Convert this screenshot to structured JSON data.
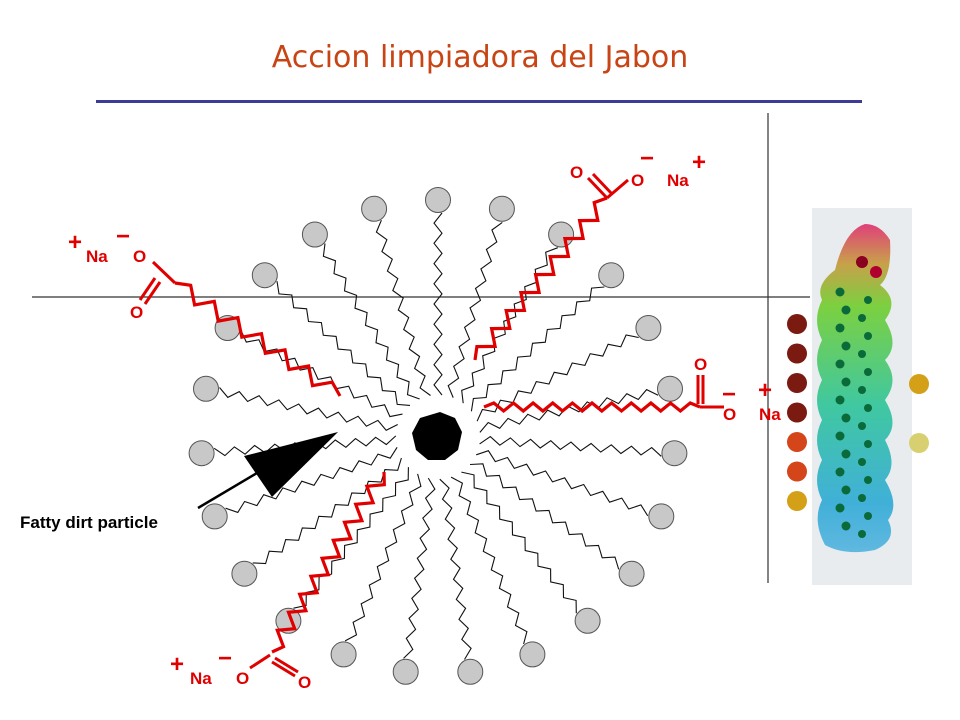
{
  "title": "Accion limpiadora del Jabon",
  "labels": {
    "dirt_particle": "Fatty dirt particle",
    "oxygen": "O",
    "sodium": "Na",
    "plus": "+",
    "minus": "−"
  },
  "colors": {
    "title": "#c84414",
    "title_rule": "#3c3c96",
    "soap_chain": "#e00000",
    "head_group": "#c8c8c8",
    "dirt_core": "#000000",
    "dot_dark": "#7b1a10",
    "dot_orange": "#d5451a",
    "dot_gold": "#d4a018",
    "dot_pale": "#d8d070"
  },
  "highlighted_soap_molecules": [
    {
      "name": "upper-right"
    },
    {
      "name": "left"
    },
    {
      "name": "right"
    },
    {
      "name": "bottom"
    }
  ],
  "side_dots": {
    "left_column": [
      "dark",
      "dark",
      "dark",
      "dark",
      "orange",
      "orange",
      "gold"
    ],
    "right_column": [
      "gold",
      "pale"
    ]
  },
  "micelle_heads_count": 23
}
